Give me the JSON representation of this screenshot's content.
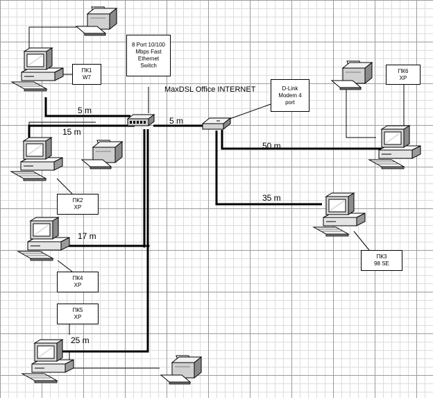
{
  "labels": {
    "l_5m_left": "5 m",
    "l_15m": "15 m",
    "l_17m": "17 m",
    "l_25m": "25 m",
    "l_5m_mid": "5 m",
    "l_50m": "50 m",
    "l_35m": "35 m",
    "modem_caption": "MaxDSL Office INTERNET"
  },
  "boxes": {
    "switch": [
      "8 Port 10/100",
      "Mbps Fast",
      "Ethernet",
      "Switch"
    ],
    "modem": [
      "D-Link",
      "Modem 4",
      "port"
    ],
    "pc1": [
      "ПК1",
      "W7"
    ],
    "pc2": [
      "ПК2",
      "XP"
    ],
    "pc3": [
      "ПК3",
      "98 SE"
    ],
    "pc4": [
      "ПК4",
      "XP"
    ],
    "pc5": [
      "ПК5",
      "XP"
    ],
    "pc6": [
      "ПК6",
      "XP"
    ]
  }
}
